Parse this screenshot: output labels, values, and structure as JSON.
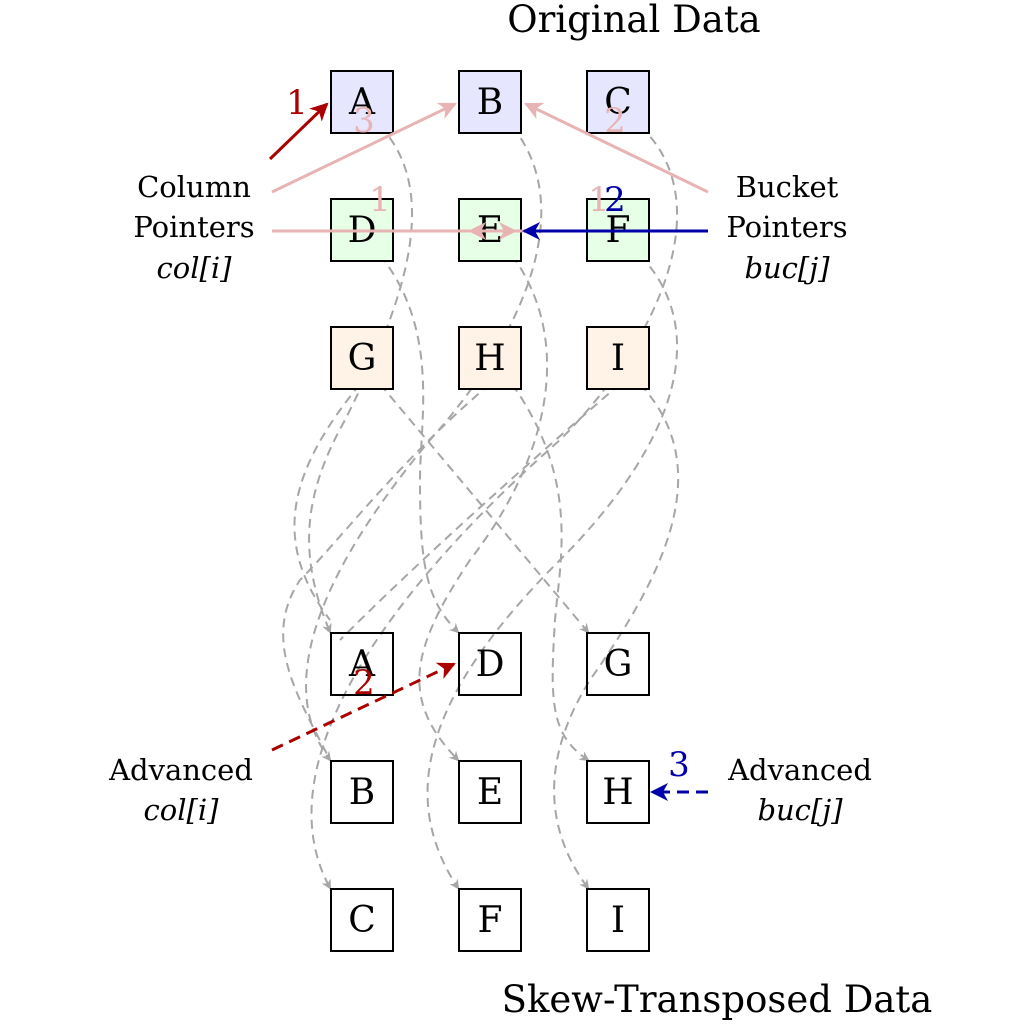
{
  "titles": {
    "top": "Original Data",
    "bottom": "Skew-Transposed Data"
  },
  "labels": {
    "column_pointers": [
      "Column",
      "Pointers",
      "col[i]"
    ],
    "bucket_pointers": [
      "Bucket",
      "Pointers",
      "buc[j]"
    ],
    "advanced_col": [
      "Advanced",
      "col[i]"
    ],
    "advanced_buc": [
      "Advanced",
      "buc[j]"
    ]
  },
  "original_grid": [
    [
      "A",
      "B",
      "C"
    ],
    [
      "D",
      "E",
      "F"
    ],
    [
      "G",
      "H",
      "I"
    ]
  ],
  "transposed_grid": [
    [
      "A",
      "D",
      "G"
    ],
    [
      "B",
      "E",
      "H"
    ],
    [
      "C",
      "F",
      "I"
    ]
  ],
  "step_labels": {
    "col_to_A": "1",
    "col_to_B": "3",
    "col_to_E": "1",
    "buc_to_B": "2",
    "buc_to_E": "2",
    "buc_to_E_faded": "1",
    "adv_col": "2",
    "adv_buc": "3"
  },
  "colors": {
    "row1_fill": "#e6e6ff",
    "row2_fill": "#e6ffe6",
    "row3_fill": "#fff2e6",
    "red": "#aa0000",
    "red_faded": "#e8b3b3",
    "blue": "#0000aa",
    "gray": "#a6a6a6"
  }
}
